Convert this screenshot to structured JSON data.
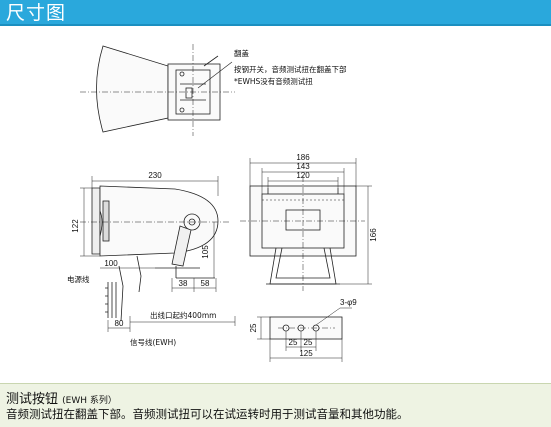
{
  "header": {
    "title": "尺寸图",
    "accent_color": "#2aa8dc"
  },
  "callout": {
    "title": "翻盖",
    "line1": "按钢开关，音频测试扭在翻盖下部",
    "line2": "*EWHS没有音频测试扭"
  },
  "side_view": {
    "length": "230",
    "height": "122",
    "d100": "100",
    "d105": "105",
    "d38": "38",
    "d58": "58",
    "d80": "80",
    "power_cable": "电源线",
    "cable_length": "出线口起约400mm",
    "signal_cable": "信号线(EWH)"
  },
  "front_view": {
    "w186": "186",
    "w143": "143",
    "w120": "120",
    "h166": "166"
  },
  "base_plate": {
    "holes": "3-φ9",
    "h25": "25",
    "d25a": "25",
    "d25b": "25",
    "w125": "125"
  },
  "footer": {
    "title": "测试按钮",
    "title_suffix": "(EWH 系列）",
    "text": "音频测试扭在翻盖下部。音频测试扭可以在试运转时用于测试音量和其他功能。"
  }
}
